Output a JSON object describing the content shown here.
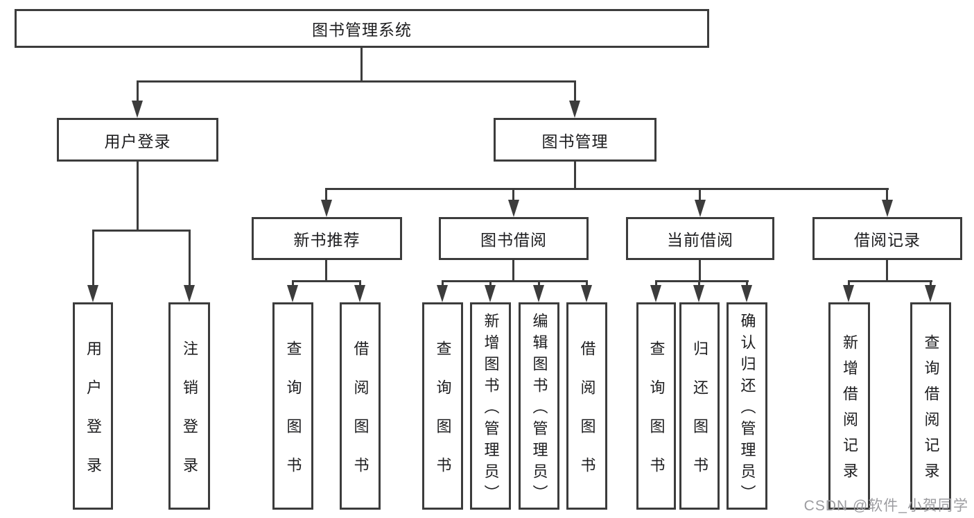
{
  "diagram_type": "tree",
  "tree": {
    "label": "图书管理系统",
    "children": [
      {
        "label": "用户登录",
        "children": [
          {
            "label": "用户登录"
          },
          {
            "label": "注销登录"
          }
        ]
      },
      {
        "label": "图书管理",
        "children": [
          {
            "label": "新书推荐",
            "children": [
              {
                "label": "查询图书"
              },
              {
                "label": "借阅图书"
              }
            ]
          },
          {
            "label": "图书借阅",
            "children": [
              {
                "label": "查询图书"
              },
              {
                "label": "新增图书（管理员）"
              },
              {
                "label": "编辑图书（管理员）"
              },
              {
                "label": "借阅图书"
              }
            ]
          },
          {
            "label": "当前借阅",
            "children": [
              {
                "label": "查询图书"
              },
              {
                "label": "归还图书"
              },
              {
                "label": "确认归还（管理员）"
              }
            ]
          },
          {
            "label": "借阅记录",
            "children": [
              {
                "label": "新增借阅记录"
              },
              {
                "label": "查询借阅记录"
              }
            ]
          }
        ]
      }
    ]
  },
  "watermark": {
    "text": "CSDN @软件_小贺同学"
  },
  "colors": {
    "line": "#3c3c3c",
    "text": "#1d1d1f",
    "watermark": "#9c9ca0",
    "background": "#ffffff"
  }
}
